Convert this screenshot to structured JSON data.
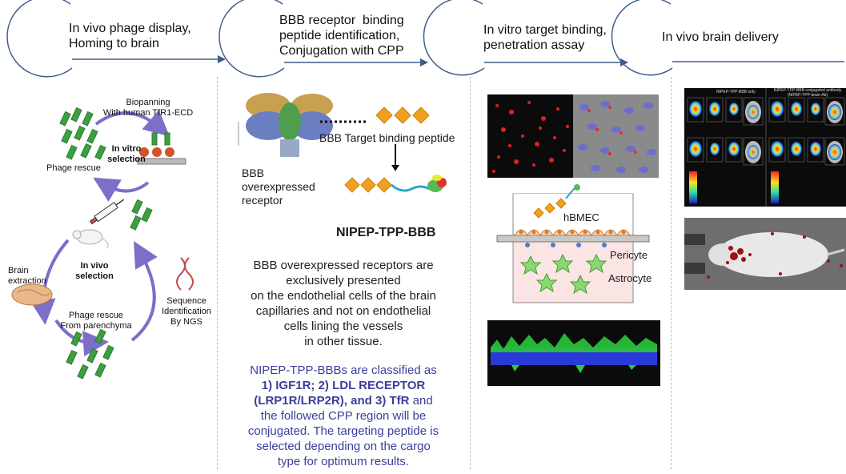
{
  "steps": [
    {
      "title": "In vivo phage display,\nHoming to brain"
    },
    {
      "title": "BBB receptor  binding\npeptide identification,\nConjugation with CPP"
    },
    {
      "title": "In vitro target binding,\npenetration assay"
    },
    {
      "title": "In vivo brain delivery"
    }
  ],
  "panel1": {
    "biopanning": "Biopanning\nWith human TfR1-ECD",
    "invitro_selection": "In vitro\nselection",
    "phage_rescue": "Phage rescue",
    "brain_extraction": "Brain\nextraction",
    "invivo_selection": "In vivo\nselection",
    "phage_rescue_parenchyma": "Phage rescue\nFrom parenchyma",
    "sequence_id": "Sequence\nIdentification\nBy NGS"
  },
  "panel2": {
    "receptor_label": "BBB\noverexpressed\nreceptor",
    "target_peptide_label": "BBB Target binding peptide",
    "construct_name": "NIPEP-TPP-BBB",
    "description": "BBB overexpressed receptors are\nexclusively presented\non the endothelial cells of the brain\ncapillaries and not on endothelial\ncells lining the vessels\nin other tissue.",
    "classification_intro": "NIPEP-TPP-BBBs are classified as",
    "classification_bold": "1) IGF1R; 2) LDL RECEPTOR\n(LRP1R/LRP2R), and 3) TfR",
    "classification_tail1": " and",
    "classification_tail2": "the followed CPP region will be\nconjugated. The targeting peptide is\nselected depending on the cargo\ntype for optimum results."
  },
  "panel3": {
    "hbmec": "hBMEC",
    "pericyte": "Pericyte",
    "astrocyte": "Astrocyte"
  },
  "panel4": {
    "left_title": "NIPEP-TPP-BBB only",
    "right_title": "NIPEP-TPP-BBB conjugated antibody\n(NIPEP-TPP-brain-Ab)"
  },
  "colors": {
    "arrow_blue": "#3e5c8a",
    "cycle_purple": "#7b6fc8",
    "peptide_orange": "#f0a020",
    "text_blue": "#3a3f9a",
    "phage_green": "#3aa040"
  }
}
